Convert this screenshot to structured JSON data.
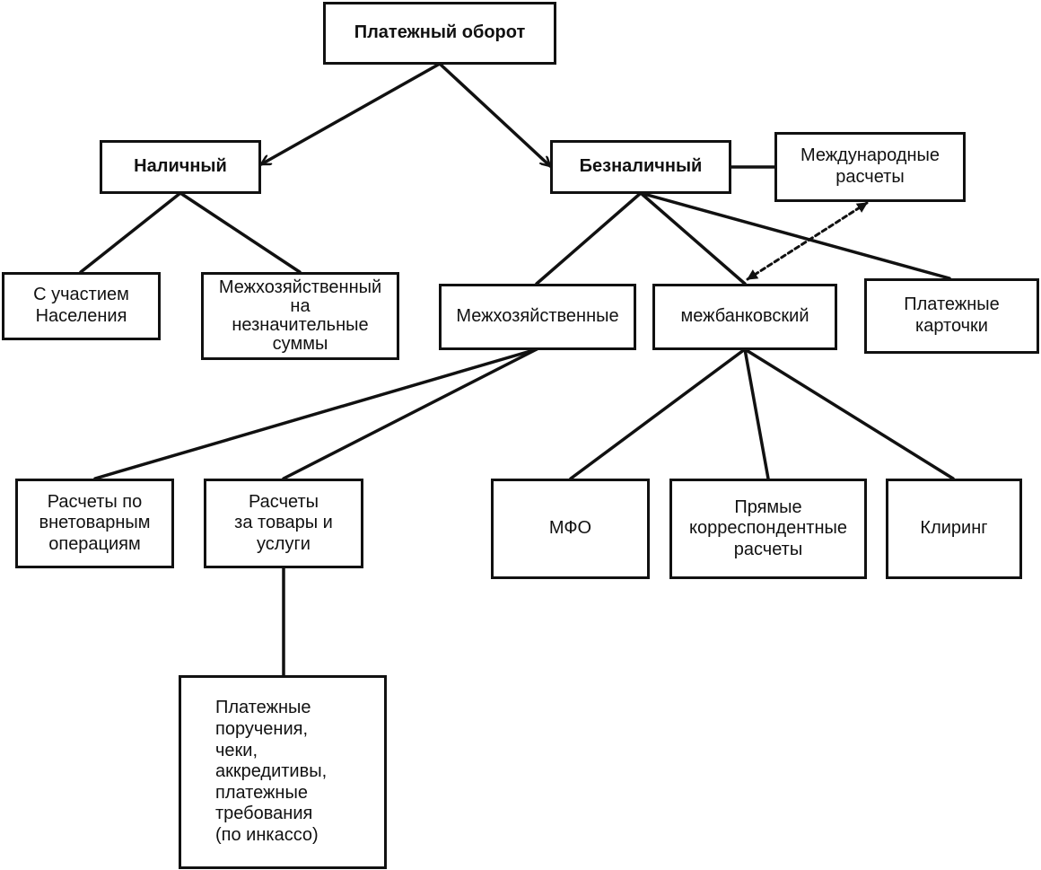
{
  "nodes": {
    "root": {
      "lines": [
        "Платежный оборот"
      ]
    },
    "cash": {
      "lines": [
        "Наличный"
      ]
    },
    "noncash": {
      "lines": [
        "Безналичный"
      ]
    },
    "international": {
      "lines": [
        "Международные",
        "расчеты"
      ]
    },
    "population": {
      "lines": [
        "С участием",
        "Населения"
      ]
    },
    "interfarm_small": {
      "lines": [
        "Межхозяйственный",
        "на",
        "незначительные",
        "суммы"
      ]
    },
    "interfarm": {
      "lines": [
        "Межхозяйственные"
      ]
    },
    "interbank": {
      "lines": [
        "межбанковский"
      ]
    },
    "cards": {
      "lines": [
        "Платежные",
        "карточки"
      ]
    },
    "non_goods": {
      "lines": [
        "Расчеты по",
        "внетоварным",
        "операциям"
      ]
    },
    "goods": {
      "lines": [
        "Расчеты",
        "за товары и",
        "услуги"
      ]
    },
    "mfo": {
      "lines": [
        "МФО"
      ]
    },
    "direct": {
      "lines": [
        "Прямые",
        "корреспондентные",
        "расчеты"
      ]
    },
    "clearing": {
      "lines": [
        "Клиринг"
      ]
    },
    "instruments": {
      "lines": [
        "Платежные",
        "поручения,",
        "чеки,",
        "аккредитивы,",
        "платежные",
        "требования",
        "(по инкассо)"
      ]
    }
  },
  "edges": [
    {
      "from": "root",
      "to": "cash",
      "style": "arrow"
    },
    {
      "from": "root",
      "to": "noncash",
      "style": "arrow"
    },
    {
      "from": "noncash",
      "to": "international",
      "style": "line"
    },
    {
      "from": "cash",
      "to": "population",
      "style": "line"
    },
    {
      "from": "cash",
      "to": "interfarm_small",
      "style": "line"
    },
    {
      "from": "noncash",
      "to": "interfarm",
      "style": "line"
    },
    {
      "from": "noncash",
      "to": "interbank",
      "style": "line"
    },
    {
      "from": "noncash",
      "to": "cards",
      "style": "line"
    },
    {
      "from": "international",
      "to": "interbank",
      "style": "dashed-double-arrow"
    },
    {
      "from": "interfarm",
      "to": "non_goods",
      "style": "line"
    },
    {
      "from": "interfarm",
      "to": "goods",
      "style": "line"
    },
    {
      "from": "interbank",
      "to": "mfo",
      "style": "line"
    },
    {
      "from": "interbank",
      "to": "direct",
      "style": "line"
    },
    {
      "from": "interbank",
      "to": "clearing",
      "style": "line"
    },
    {
      "from": "goods",
      "to": "instruments",
      "style": "line"
    }
  ]
}
